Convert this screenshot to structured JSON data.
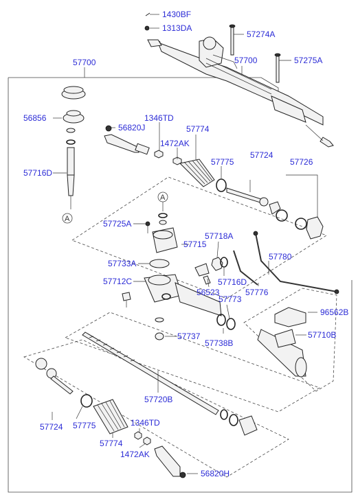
{
  "labels": {
    "l_1430BF": "1430BF",
    "l_1313DA": "1313DA",
    "l_57274A": "57274A",
    "l_57275A": "57275A",
    "l_57700_top": "57700",
    "l_57700_box": "57700",
    "l_56856": "56856",
    "l_1346TD_top": "1346TD",
    "l_56820J": "56820J",
    "l_57774_top": "57774",
    "l_1472AK_top": "1472AK",
    "l_57775_top": "57775",
    "l_57724_top": "57724",
    "l_57726": "57726",
    "l_57716D": "57716D",
    "l_A_top": "A",
    "l_A_left": "A",
    "l_57725A": "57725A",
    "l_57718A": "57718A",
    "l_57715": "57715",
    "l_57733A": "57733A",
    "l_57780": "57780",
    "l_57716D_mid": "57716D",
    "l_57712C": "57712C",
    "l_56523": "56523",
    "l_57776": "57776",
    "l_57773": "57773",
    "l_96562B": "96562B",
    "l_57737": "57737",
    "l_57738B": "57738B",
    "l_57710B": "57710B",
    "l_57720B": "57720B",
    "l_57724_bot": "57724",
    "l_57775_bot": "57775",
    "l_57774_bot": "57774",
    "l_1346TD_bot": "1346TD",
    "l_1472AK_bot": "1472AK",
    "l_56820H": "56820H"
  },
  "colors": {
    "label": "#2b2bd6",
    "line": "#333333"
  }
}
